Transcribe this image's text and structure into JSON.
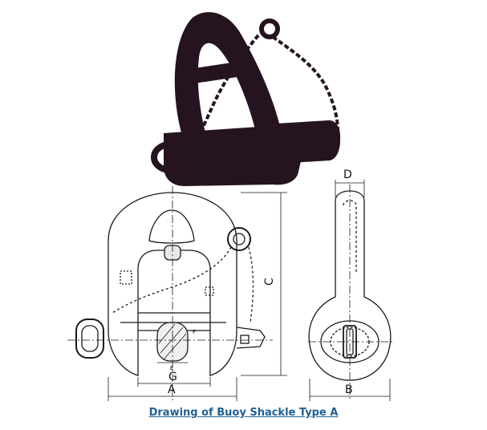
{
  "caption": {
    "text": "Drawing of Buoy Shackle Type A"
  },
  "dimensions": {
    "A": "A",
    "B": "B",
    "C": "C",
    "D": "D",
    "G": "G",
    "E": "E",
    "F": "F"
  },
  "colors": {
    "photo_body": "#251420",
    "line": "#1a1a1a",
    "caption": "#1f5f96"
  }
}
